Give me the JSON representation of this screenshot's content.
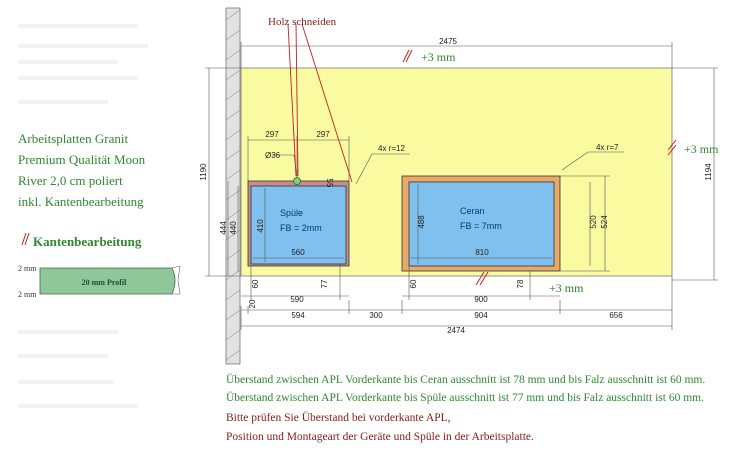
{
  "colors": {
    "countertop": "#fafaa0",
    "cutout_blue": "#7fc0ee",
    "frame_orange": "#e8a86a",
    "wall": "#d8d8d8",
    "green_text": "#2f8a2f",
    "red_text": "#8b1a1a",
    "profile_fill": "#8fc79b"
  },
  "callouts": {
    "holz": "Holz schneiden",
    "plus3_top": "+3 mm",
    "plus3_right": "+3 mm",
    "plus3_bottom": "+3 mm"
  },
  "spec": {
    "line1": "Arbeitsplatten Granit",
    "line2": "Premium Qualität Moon",
    "line3": "River 2,0 cm poliert",
    "line4": "inkl. Kantenbearbeitung"
  },
  "legend": {
    "title": "Kantenbearbeitung",
    "profile_label": "20 mm Profil",
    "mm_top": "2 mm",
    "mm_bottom": "2 mm"
  },
  "cutouts": {
    "sink_label": "Spüle",
    "sink_fb": "FB = 2mm",
    "cooktop_label": "Ceran",
    "cooktop_fb": "FB = 7mm",
    "sink_radius": "4x r=12",
    "cooktop_radius": "4x r=7",
    "tap_hole": "Ø36"
  },
  "dimensions": {
    "top_width": "2475",
    "bottom_width": "2474",
    "left_height": "1190",
    "right_height": "1194",
    "sink_left_offset": "297",
    "sink_right_offset": "297",
    "tap_offset": "55",
    "sink_outer_h": "444",
    "sink_inner_h": "440",
    "sink_h": "410",
    "sink_w": "560",
    "cook_inner_h": "488",
    "cook_w": "810",
    "cook_h1": "520",
    "cook_h2": "524",
    "front_60a": "60",
    "front_77": "77",
    "front_60b": "60",
    "front_78": "78",
    "row1_590": "590",
    "row1_900": "900",
    "row2_20": "20",
    "row2_594": "594",
    "row2_300": "300",
    "row2_904": "904",
    "row2_656": "656"
  },
  "notes": {
    "n1": "Überstand zwischen APL Vorderkante bis Ceran ausschnitt ist 78 mm und bis Falz ausschnitt ist 60 mm.",
    "n2": "Überstand zwischen APL Vorderkante bis Spüle ausschnitt ist 77 mm und bis Falz ausschnitt ist 60 mm.",
    "n3": "Bitte prüfen Sie Überstand bei vorderkante APL,",
    "n4": "Position und Montageart der Geräte und Spüle in der Arbeitsplatte."
  }
}
